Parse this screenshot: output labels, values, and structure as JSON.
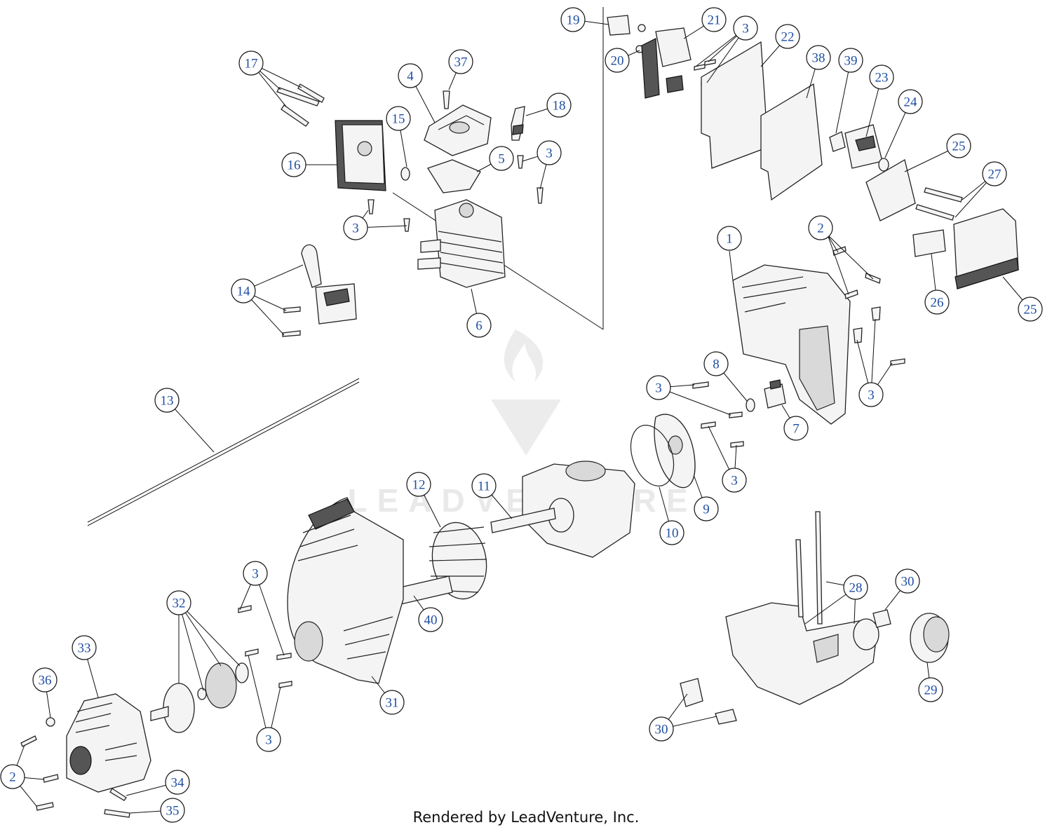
{
  "footer": {
    "text": "Rendered by LeadVenture, Inc."
  },
  "watermark": {
    "text": "LEADVENTURE"
  },
  "colors": {
    "callout_text": "#1f4ea3",
    "line": "#111111"
  },
  "callouts": [
    {
      "label": "1"
    },
    {
      "label": "2"
    },
    {
      "label": "2"
    },
    {
      "label": "3"
    },
    {
      "label": "3"
    },
    {
      "label": "3"
    },
    {
      "label": "3"
    },
    {
      "label": "3"
    },
    {
      "label": "3"
    },
    {
      "label": "3"
    },
    {
      "label": "3"
    },
    {
      "label": "4"
    },
    {
      "label": "5"
    },
    {
      "label": "6"
    },
    {
      "label": "7"
    },
    {
      "label": "8"
    },
    {
      "label": "9"
    },
    {
      "label": "10"
    },
    {
      "label": "11"
    },
    {
      "label": "12"
    },
    {
      "label": "13"
    },
    {
      "label": "14"
    },
    {
      "label": "15"
    },
    {
      "label": "16"
    },
    {
      "label": "17"
    },
    {
      "label": "18"
    },
    {
      "label": "19"
    },
    {
      "label": "20"
    },
    {
      "label": "21"
    },
    {
      "label": "22"
    },
    {
      "label": "23"
    },
    {
      "label": "24"
    },
    {
      "label": "25"
    },
    {
      "label": "25"
    },
    {
      "label": "26"
    },
    {
      "label": "27"
    },
    {
      "label": "28"
    },
    {
      "label": "29"
    },
    {
      "label": "30"
    },
    {
      "label": "30"
    },
    {
      "label": "31"
    },
    {
      "label": "32"
    },
    {
      "label": "33"
    },
    {
      "label": "34"
    },
    {
      "label": "35"
    },
    {
      "label": "36"
    },
    {
      "label": "37"
    },
    {
      "label": "38"
    },
    {
      "label": "39"
    },
    {
      "label": "40"
    }
  ]
}
